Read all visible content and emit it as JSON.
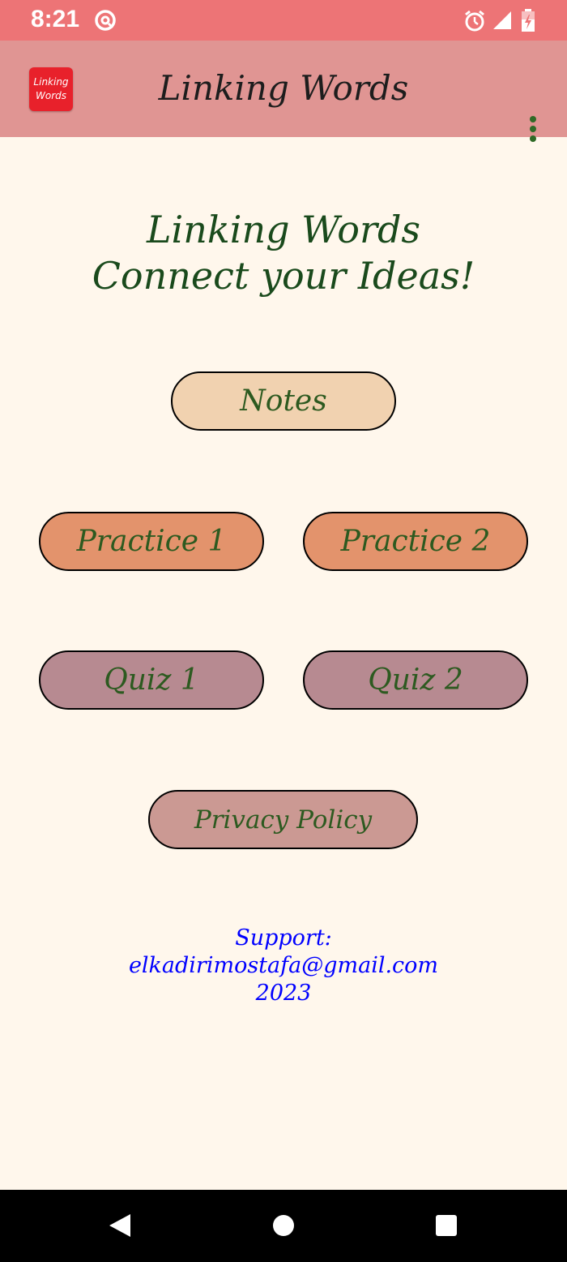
{
  "status_bar": {
    "time": "8:21",
    "icons": [
      "at-sign-icon",
      "alarm-icon",
      "signal-icon",
      "battery-charging-icon"
    ]
  },
  "app_bar": {
    "logo_text_1": "Linking",
    "logo_text_2": "Words",
    "title": "Linking Words",
    "menu_icon": "more-vert-icon"
  },
  "main": {
    "headline_line1": "Linking Words",
    "headline_line2": "Connect your Ideas!",
    "buttons": {
      "notes": "Notes",
      "practice1": "Practice 1",
      "practice2": "Practice 2",
      "quiz1": "Quiz 1",
      "quiz2": "Quiz 2",
      "privacy": "Privacy Policy"
    },
    "footer": {
      "support_label": "Support:",
      "email": "elkadirimostafa@gmail.com",
      "year": "2023"
    }
  },
  "nav_bar": {
    "icons": [
      "back-icon",
      "home-icon",
      "recents-icon"
    ]
  },
  "colors": {
    "status_bar": "#ed7476",
    "app_bar": "#e09593",
    "background": "#fff7ec",
    "notes_button": "#f1d2b0",
    "practice_button": "#e3936c",
    "quiz_button": "#b78a91",
    "privacy_button": "#cb9993",
    "button_text": "#2d5a20",
    "headline_text": "#1a4a1c",
    "footer_text": "#0000ff"
  }
}
